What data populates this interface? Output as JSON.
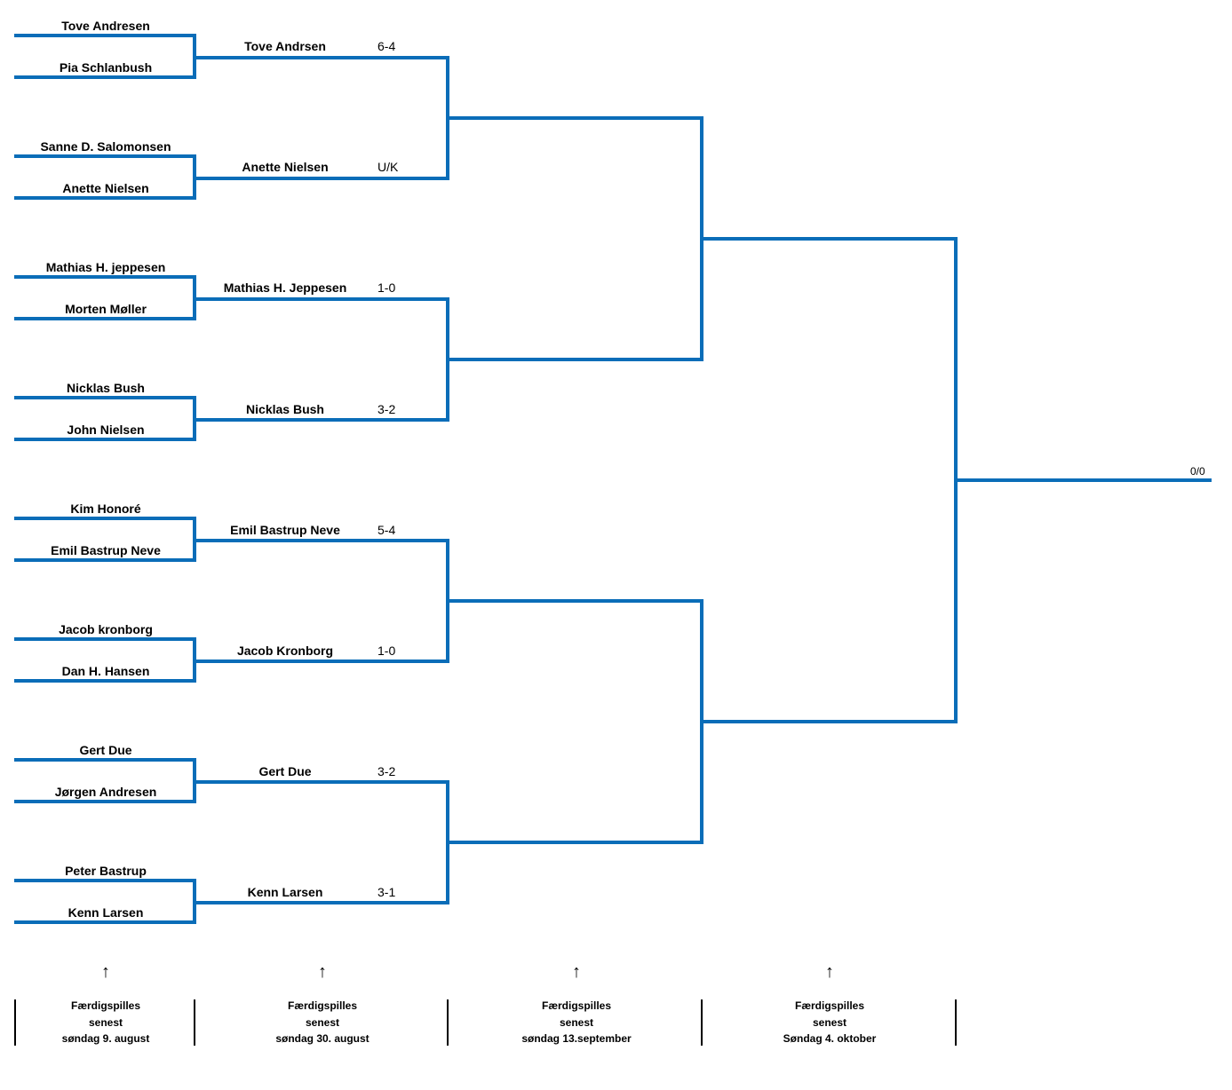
{
  "colors": {
    "line": "#0a6db8",
    "text": "#000000"
  },
  "round1": [
    {
      "top": "Tove Andresen",
      "bottom": "Pia Schlanbush"
    },
    {
      "top": "Sanne D. Salomonsen",
      "bottom": "Anette Nielsen"
    },
    {
      "top": "Mathias H. jeppesen",
      "bottom": "Morten Møller"
    },
    {
      "top": "Nicklas Bush",
      "bottom": "John Nielsen"
    },
    {
      "top": "Kim Honoré",
      "bottom": "Emil Bastrup Neve"
    },
    {
      "top": "Jacob kronborg",
      "bottom": "Dan H. Hansen"
    },
    {
      "top": "Gert Due",
      "bottom": "Jørgen Andresen"
    },
    {
      "top": "Peter Bastrup",
      "bottom": "Kenn Larsen"
    }
  ],
  "round2": [
    {
      "winner": "Tove Andrsen",
      "score": "6-4"
    },
    {
      "winner": "Anette Nielsen",
      "score": "U/K"
    },
    {
      "winner": "Mathias H. Jeppesen",
      "score": "1-0"
    },
    {
      "winner": "Nicklas Bush",
      "score": "3-2"
    },
    {
      "winner": "Emil Bastrup Neve",
      "score": "5-4"
    },
    {
      "winner": "Jacob Kronborg",
      "score": "1-0"
    },
    {
      "winner": "Gert Due",
      "score": "3-2"
    },
    {
      "winner": "Kenn Larsen",
      "score": "3-1"
    }
  ],
  "final": {
    "score": "0/0"
  },
  "arrow_glyph": "↑",
  "deadlines": [
    {
      "line1": "Færdigspilles",
      "line2": "senest",
      "line3": "søndag 9. august"
    },
    {
      "line1": "Færdigspilles",
      "line2": "senest",
      "line3": "søndag 30. august"
    },
    {
      "line1": "Færdigspilles",
      "line2": "senest",
      "line3": "søndag 13.september"
    },
    {
      "line1": "Færdigspilles",
      "line2": "senest",
      "line3": "Søndag 4. oktober"
    }
  ]
}
